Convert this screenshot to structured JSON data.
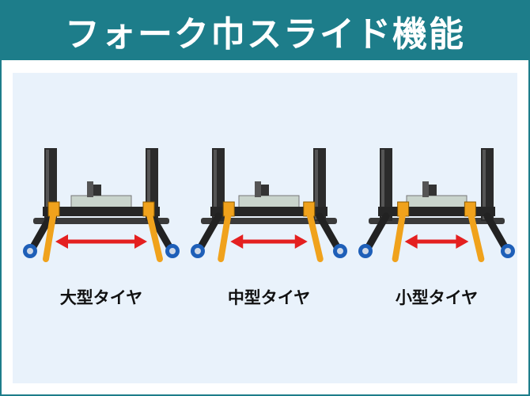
{
  "header": {
    "title": "フォーク巾スライド機能"
  },
  "machines": [
    {
      "caption": "大型タイヤ",
      "arm_spread": 1.0
    },
    {
      "caption": "中型タイヤ",
      "arm_spread": 0.78
    },
    {
      "caption": "小型タイヤ",
      "arm_spread": 0.58
    }
  ],
  "colors": {
    "header_bg": "#1d7d8a",
    "panel_bg": "#e9f2fb",
    "frame_dark": "#2b2b2b",
    "arm_orange": "#f0a21c",
    "arrow_red": "#e42020",
    "wheel_blue": "#1e5fb8"
  }
}
